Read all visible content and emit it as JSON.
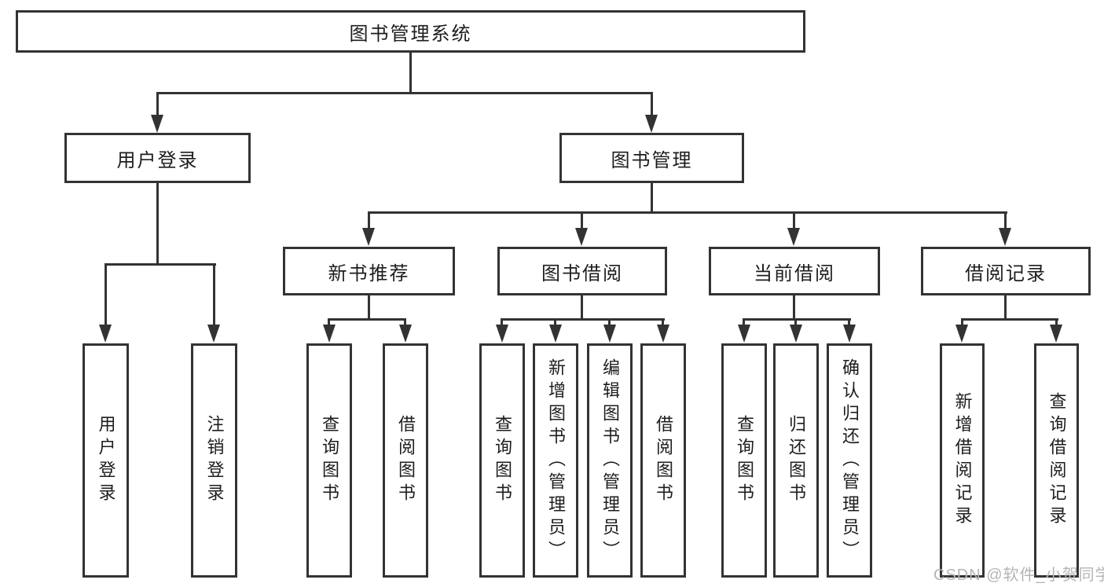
{
  "nodes": {
    "root": {
      "label": "图书管理系统"
    },
    "user_branch": {
      "label": "用户登录",
      "children": [
        {
          "label": "用户登录"
        },
        {
          "label": "注销登录"
        }
      ]
    },
    "book_branch": {
      "label": "图书管理",
      "sections": [
        {
          "label": "新书推荐",
          "children": [
            {
              "label": "查询图书"
            },
            {
              "label": "借阅图书"
            }
          ]
        },
        {
          "label": "图书借阅",
          "children": [
            {
              "label": "查询图书"
            },
            {
              "label": "新增图书（管理员）"
            },
            {
              "label": "编辑图书（管理员）"
            },
            {
              "label": "借阅图书"
            }
          ]
        },
        {
          "label": "当前借阅",
          "children": [
            {
              "label": "查询图书"
            },
            {
              "label": "归还图书"
            },
            {
              "label": "确认归还（管理员）"
            }
          ]
        },
        {
          "label": "借阅记录",
          "children": [
            {
              "label": "新增借阅记录"
            },
            {
              "label": "查询借阅记录"
            }
          ]
        }
      ]
    }
  },
  "watermark": {
    "text": "CSDN @软件_小贺同学"
  },
  "colors": {
    "line": "#333333",
    "text": "#1d1d1d",
    "watermark": "#b5b5b5",
    "background": "#ffffff"
  }
}
